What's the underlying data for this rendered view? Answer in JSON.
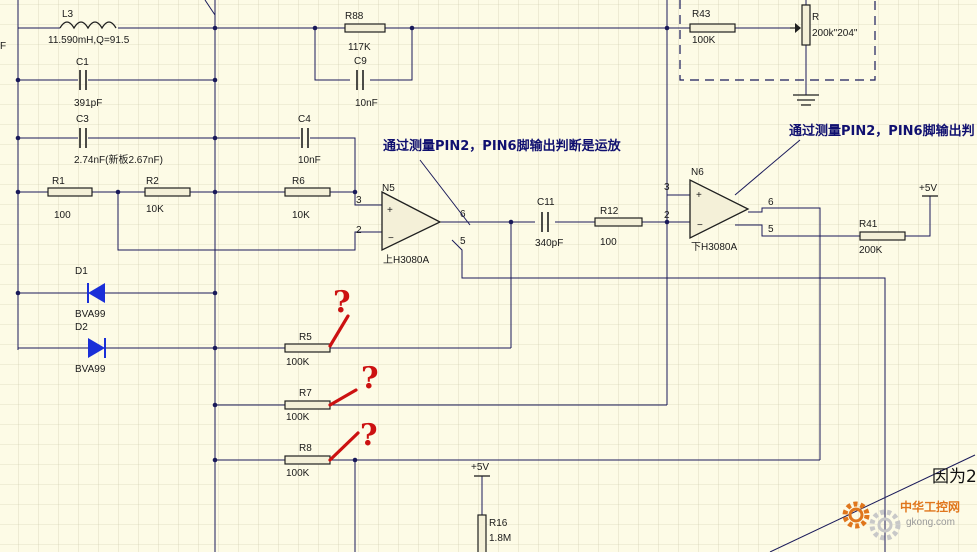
{
  "colors": {
    "background": "#fdfbe6",
    "grid": "#c9c7a8",
    "wire": "#1a1a5a",
    "diode": "#1a2fd8",
    "annotation_red": "#cc1111",
    "note_text": "#101070",
    "watermark": "#e0761c"
  },
  "components": {
    "L3": {
      "ref": "L3",
      "value": "11.590mH,Q=91.5"
    },
    "C1": {
      "ref": "C1",
      "value": "391pF"
    },
    "C3": {
      "ref": "C3",
      "value": "2.74nF(新板2.67nF)"
    },
    "C4": {
      "ref": "C4",
      "value": "10nF"
    },
    "R88": {
      "ref": "R88",
      "value": "117K"
    },
    "C9": {
      "ref": "C9",
      "value": "10nF"
    },
    "R1": {
      "ref": "R1",
      "value": "100"
    },
    "R2": {
      "ref": "R2",
      "value": "10K"
    },
    "R6": {
      "ref": "R6",
      "value": "10K"
    },
    "N5": {
      "ref": "N5",
      "value": "上H3080A",
      "pin_in_plus": "3",
      "pin_in_minus": "2",
      "pin_out": "6",
      "pin_bias": "5",
      "plus": "+",
      "minus": "−"
    },
    "C11": {
      "ref": "C11",
      "value": "340pF"
    },
    "R12": {
      "ref": "R12",
      "value": "100"
    },
    "N6": {
      "ref": "N6",
      "value": "下H3080A",
      "pin_in_plus": "3",
      "pin_in_minus": "2",
      "pin_out": "6",
      "pin_bias": "5",
      "plus": "+",
      "minus": "−"
    },
    "R43": {
      "ref": "R43",
      "value": "100K"
    },
    "R": {
      "ref": "R",
      "value": "200k\"204\""
    },
    "R41": {
      "ref": "R41",
      "value": "200K"
    },
    "D1": {
      "ref": "D1",
      "value": "BVA99"
    },
    "D2": {
      "ref": "D2",
      "value": "BVA99"
    },
    "R5": {
      "ref": "R5",
      "value": "100K"
    },
    "R7": {
      "ref": "R7",
      "value": "100K"
    },
    "R8": {
      "ref": "R8",
      "value": "100K"
    },
    "R16": {
      "ref": "R16",
      "value": "1.8M"
    }
  },
  "power": {
    "vcc_right": "+5V",
    "vcc_bottom": "+5V"
  },
  "edge_labels": {
    "left_f": "F"
  },
  "notes": {
    "note1": "通过测量PIN2，PIN6脚输出判断是运放",
    "note2": "通过测量PIN2，PIN6脚输出判",
    "bottom_right": "因为2"
  },
  "annotations": {
    "q_mark": "?"
  },
  "watermark": {
    "cn": "中华工控网",
    "url": "gkong.com"
  }
}
